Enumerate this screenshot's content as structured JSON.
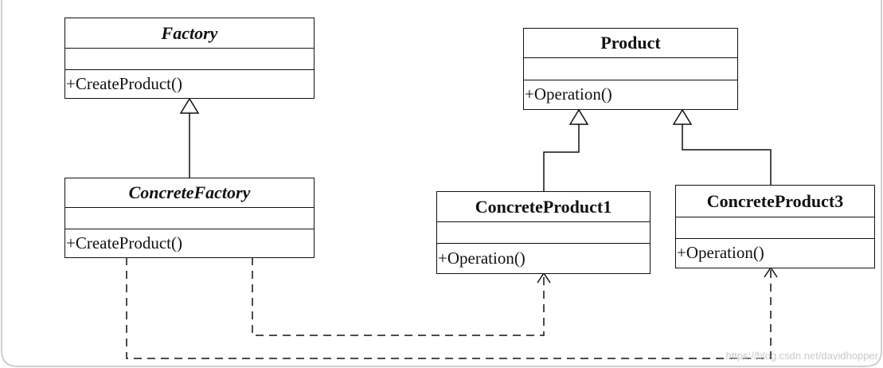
{
  "classes": {
    "factory": {
      "name": "Factory",
      "operation": "+CreateProduct()"
    },
    "concrete_factory": {
      "name": "ConcreteFactory",
      "operation": "+CreateProduct()"
    },
    "product": {
      "name": "Product",
      "operation": "+Operation()"
    },
    "concrete_product1": {
      "name": "ConcreteProduct1",
      "operation": "+Operation()"
    },
    "concrete_product3": {
      "name": "ConcreteProduct3",
      "operation": "+Operation()"
    }
  },
  "relations": [
    {
      "type": "generalization",
      "from": "ConcreteFactory",
      "to": "Factory"
    },
    {
      "type": "generalization",
      "from": "ConcreteProduct1",
      "to": "Product"
    },
    {
      "type": "generalization",
      "from": "ConcreteProduct3",
      "to": "Product"
    },
    {
      "type": "dependency",
      "from": "ConcreteFactory",
      "to": "ConcreteProduct1"
    },
    {
      "type": "dependency",
      "from": "ConcreteFactory",
      "to": "ConcreteProduct3"
    }
  ],
  "watermark": "https://blog.csdn.net/davidhopper"
}
